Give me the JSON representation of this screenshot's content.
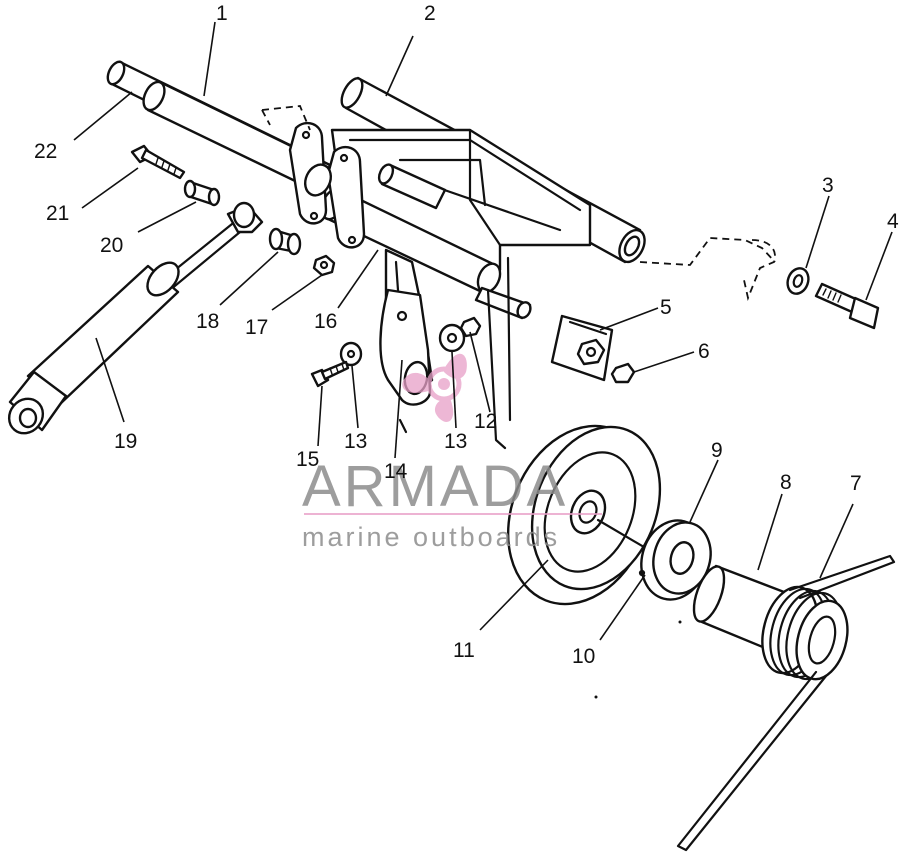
{
  "watermark": {
    "brand": "ARMADA",
    "tagline": "marine outboards",
    "accent_color": "#e8a0c8",
    "text_color": "#8c8c8c"
  },
  "callouts": [
    {
      "id": "1",
      "label": "1"
    },
    {
      "id": "2",
      "label": "2"
    },
    {
      "id": "3",
      "label": "3"
    },
    {
      "id": "4",
      "label": "4"
    },
    {
      "id": "5",
      "label": "5"
    },
    {
      "id": "6",
      "label": "6"
    },
    {
      "id": "7",
      "label": "7"
    },
    {
      "id": "8",
      "label": "8"
    },
    {
      "id": "9",
      "label": "9"
    },
    {
      "id": "10",
      "label": "10"
    },
    {
      "id": "11",
      "label": "11"
    },
    {
      "id": "12",
      "label": "12"
    },
    {
      "id": "13a",
      "label": "13"
    },
    {
      "id": "13b",
      "label": "13"
    },
    {
      "id": "14",
      "label": "14"
    },
    {
      "id": "15",
      "label": "15"
    },
    {
      "id": "16",
      "label": "16"
    },
    {
      "id": "17",
      "label": "17"
    },
    {
      "id": "18",
      "label": "18"
    },
    {
      "id": "19",
      "label": "19"
    },
    {
      "id": "20",
      "label": "20"
    },
    {
      "id": "21",
      "label": "21"
    },
    {
      "id": "22",
      "label": "22"
    }
  ]
}
